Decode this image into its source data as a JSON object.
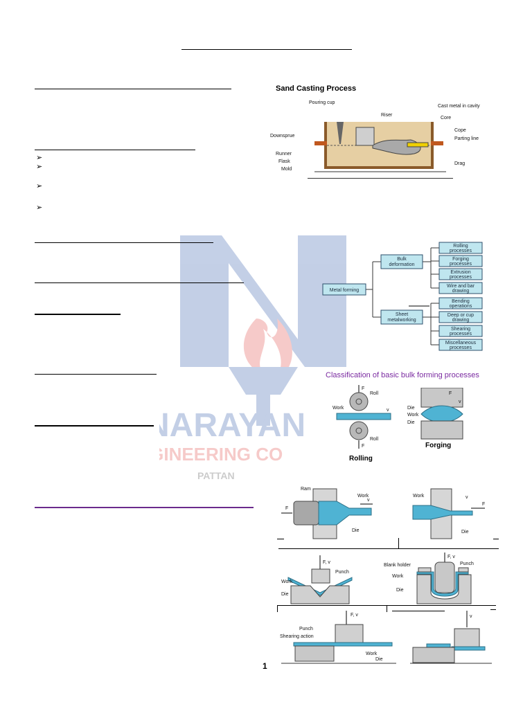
{
  "sand_casting": {
    "title": "Sand Casting Process",
    "labels": {
      "pouring_cup": "Pouring cup",
      "riser": "Riser",
      "cast_metal": "Cast metal in cavity",
      "core": "Core",
      "downsprue": "Downsprue",
      "cope": "Cope",
      "parting_line": "Parting line",
      "runner": "Runner",
      "flask": "Flask",
      "mold": "Mold",
      "drag": "Drag"
    }
  },
  "classification": {
    "root": "Metal forming",
    "bulk": "Bulk deformation",
    "sheet": "Sheet metalworking",
    "bulk_items": [
      "Rolling processes",
      "Forging processes",
      "Extrusion processes",
      "Wire and bar drawing"
    ],
    "sheet_items": [
      "Bending operations",
      "Deep or cup drawing",
      "Shearing processes",
      "Miscellaneous processes"
    ],
    "caption": "Classification of basic bulk forming processes"
  },
  "rolling": {
    "title": "Rolling",
    "labels": {
      "roll_top": "Roll",
      "roll_bottom": "Roll",
      "work": "Work",
      "force": "F",
      "v": "v"
    }
  },
  "forging": {
    "title": "Forging",
    "labels": {
      "die_top": "Die",
      "work": "Work",
      "die_bottom": "Die",
      "force": "F",
      "v": "v"
    }
  },
  "extrusion": {
    "labels": {
      "ram": "Ram",
      "work": "Work",
      "die": "Die",
      "force": "F",
      "v": "v"
    }
  },
  "drawing": {
    "labels": {
      "work": "Work",
      "die": "Die",
      "force": "F",
      "v": "v"
    }
  },
  "bending": {
    "labels": {
      "force": "F, v",
      "punch": "Punch",
      "work": "Work",
      "die": "Die"
    }
  },
  "deep_drawing": {
    "labels": {
      "force": "F, v",
      "blank_holder": "Blank holder",
      "punch": "Punch",
      "work": "Work",
      "die": "Die"
    }
  },
  "shearing": {
    "labels": {
      "force": "F, v",
      "punch": "Punch",
      "shearing_action": "Shearing action",
      "work": "Work",
      "die": "Die"
    }
  },
  "shearing2": {
    "labels": {
      "v": "v"
    }
  },
  "watermark": {
    "text_line1": "NARAYAN",
    "text_line2": "ENGINEERING CO",
    "text_line3": "PATTAN"
  },
  "page_number": "1",
  "colors": {
    "box_fill": "#bfe6ef",
    "accent": "#6a2a8c",
    "caption": "#7a2aa0",
    "watermark_blue": "#3b62b0",
    "watermark_red": "#e2534f"
  }
}
